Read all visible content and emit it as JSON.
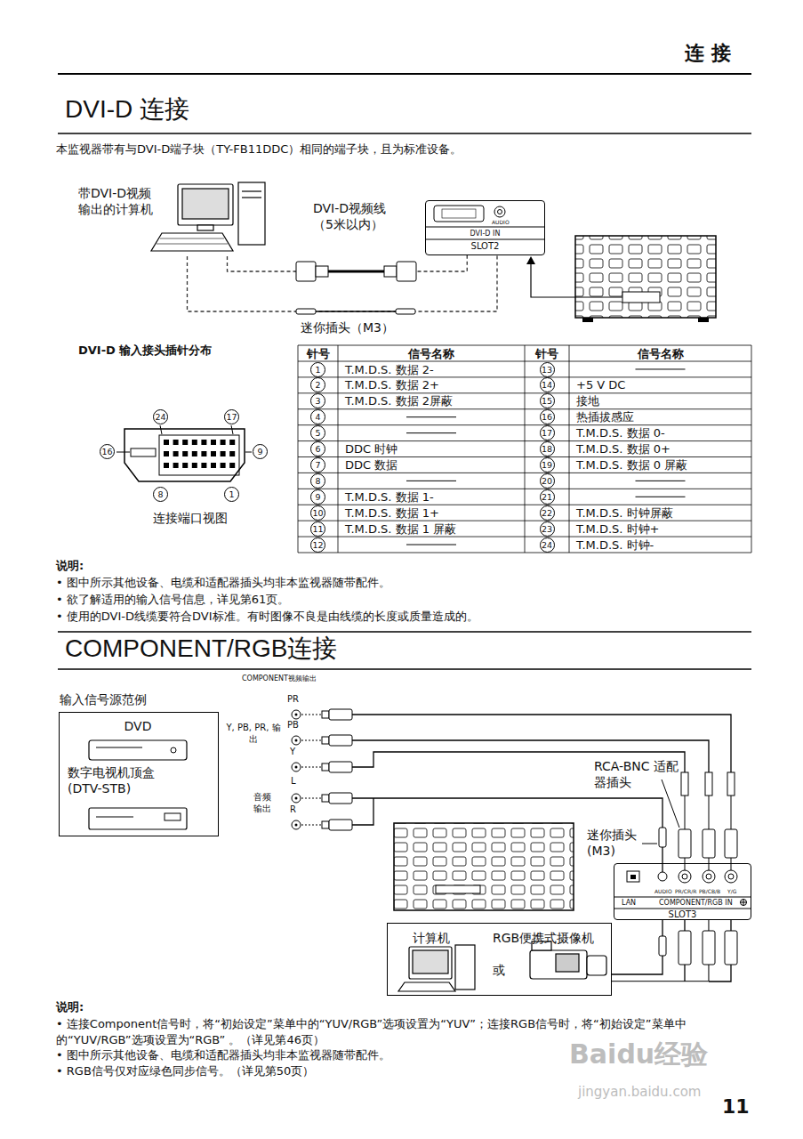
{
  "diagram": {
    "title": "连 接",
    "nodes": [
      {
        "text": [
          "带DVI-D视频 输出的计算机"
        ]
      },
      {
        "text": [
          "AUDIO",
          "DVI-D IN",
          "SLOT2"
        ]
      },
      {
        "text": [
          "输入信号源范例"
        ]
      },
      {
        "text": [
          "DVD"
        ],
        "in": 2
      },
      {
        "text": [
          "数字电视机顶盒 (DTV-STB)"
        ],
        "in": 2
      },
      {
        "text": [
          "AUDIO",
          "PR/CR/R",
          "PB/CB/B",
          "Y/G",
          "LAN",
          "COMPONENT/RGB IN",
          "SLOT3"
        ]
      },
      {
        "text": [
          "计算机",
          "RGB便携式摄像机",
          "或"
        ]
      }
    ],
    "edges": [
      {
        "from": 0,
        "to": 1,
        "label": "DVI-D视频线 （5米以内）",
        "arrow": "none"
      },
      {
        "from": 0,
        "to": 1,
        "label": "迷你插头（M3）",
        "arrow": "none"
      },
      {
        "from": 6,
        "to": 5,
        "arrow": "none"
      }
    ],
    "labels": [
      "DVI-D 连接",
      "本监视器带有与DVI-D端子块（TY-FB11DDC）相同的端子块，且为标准设备。",
      "DVI-D 输入接头插针分布",
      "24",
      "17",
      "16",
      "9",
      "8",
      "1",
      "连接端口视图",
      "针号",
      "信号名称",
      "针号",
      "信号名称",
      "1",
      "T.M.D.S. 数据 2-",
      "13",
      "2",
      "T.M.D.S. 数据 2+",
      "14",
      "+5 V DC",
      "3",
      "T.M.D.S. 数据 2屏蔽",
      "15",
      "接地",
      "4",
      "16",
      "热插拔感应",
      "5",
      "17",
      "T.M.D.S. 数据 0-",
      "6",
      "DDC 时钟",
      "18",
      "T.M.D.S. 数据 0+",
      "7",
      "DDC 数据",
      "19",
      "T.M.D.S. 数据 0 屏蔽",
      "8",
      "20",
      "9",
      "T.M.D.S. 数据 1-",
      "21",
      "10",
      "T.M.D.S. 数据 1+",
      "22",
      "T.M.D.S. 时钟屏蔽",
      "11",
      "T.M.D.S. 数据 1 屏蔽",
      "23",
      "T.M.D.S. 时钟+",
      "12",
      "24",
      "T.M.D.S. 时钟-",
      "说明:",
      "• 图中所示其他设备、电缆和适配器插头均非本监视器随带配件。",
      "• 欲了解适用的输入信号信息，详见第61页。",
      "• 使用的DVI-D线缆要符合DVI标准。有时图像不良是由线缆的长度或质量造成的。",
      "COMPONENT/RGB连接",
      "COMPONENT视频输出",
      "PR",
      "PB",
      "Y",
      "Y, PB, PR, 输出",
      "L",
      "R",
      "音频 输出",
      "RCA-BNC 适配器插头",
      "迷你插头 (M3)",
      "说明:",
      "• 连接Component信号时，将“初始设定”菜单中的“YUV/RGB”选项设置为“YUV”；连接RGB信号时，将“初始设定”菜单中的“YUV/RGB”选项设置为“RGB” 。（详见第46页）",
      "• 图中所示其他设备、电缆和适配器插头均非本监视器随带配件。",
      "• RGB信号仅对应绿色同步信号。（详见第50页）",
      "11",
      "Baidu经验",
      "jingyan.baidu.com"
    ]
  }
}
